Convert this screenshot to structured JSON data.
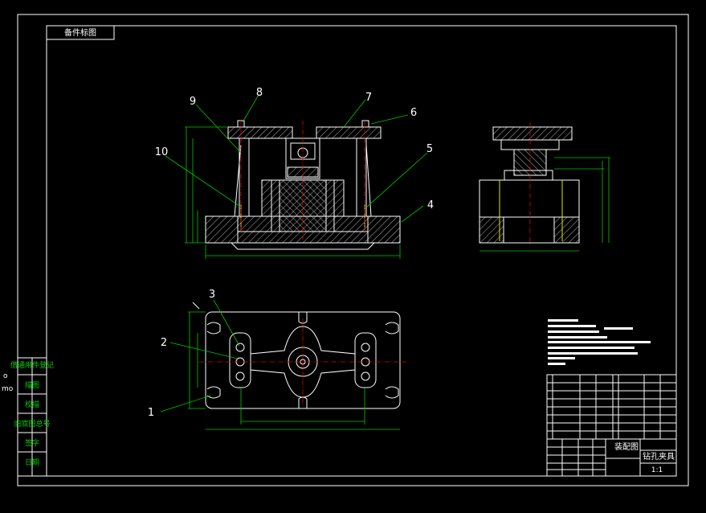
{
  "drawing": {
    "corner_tag": "备件标图",
    "title_block": {
      "drawing_name": "装配图",
      "product_name": "钻孔夹具",
      "scale": "1:1"
    },
    "left_strip_labels": [
      "借通用件登记",
      "描图",
      "校描",
      "旧底图总号",
      "签字",
      "日期"
    ],
    "left_marks": [
      "o",
      "mo"
    ],
    "part_labels": [
      "1",
      "2",
      "3",
      "4",
      "5",
      "6",
      "7",
      "8",
      "9",
      "10"
    ]
  },
  "colors": {
    "background": "#000000",
    "outline": "#ffffff",
    "dimension": "#00c800",
    "centerline": "#e00000",
    "hidden": "#e6e600",
    "strip_text": "#00d000"
  }
}
